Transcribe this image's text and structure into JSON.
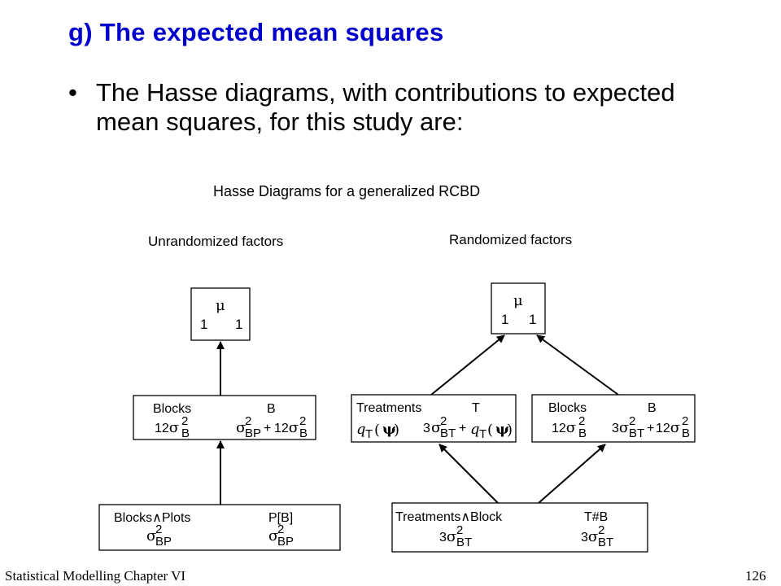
{
  "slide": {
    "title": "g)  The expected mean squares",
    "bullet_char": "•",
    "bullet_text": "The Hasse diagrams, with contributions to expected mean squares, for this study are:"
  },
  "diagram": {
    "heading": "Hasse Diagrams for a generalized RCBD",
    "unrandomized": {
      "label": "Unrandomized factors",
      "mu_box": {
        "symbol": "μ",
        "left": "1",
        "right": "1"
      },
      "blocks_box": {
        "name": "Blocks",
        "code": "B",
        "left_coef": "12",
        "right_coef": "12"
      },
      "plots_box": {
        "name": "Blocks∧Plots",
        "code": "P[B]"
      }
    },
    "randomized": {
      "label": "Randomized factors",
      "mu_box": {
        "symbol": "μ",
        "left": "1",
        "right": "1"
      },
      "treatments_box": {
        "name": "Treatments",
        "code": "T"
      },
      "blocks_box": {
        "name": "Blocks",
        "code": "B",
        "left_coef": "12",
        "mid_coef": "3",
        "right_coef": "12"
      },
      "tb_box": {
        "name": "Treatments∧Block",
        "code": "T#B",
        "left_coef": "3",
        "right_coef": "3"
      }
    },
    "symbols": {
      "sigma": "σ",
      "sq": "2",
      "sub_B": "B",
      "sub_BP": "BP",
      "sub_BT": "BT",
      "sub_T": "T",
      "q": "q",
      "psi": "ψ",
      "plus": "+"
    }
  },
  "footer": {
    "left": "Statistical Modelling   Chapter VI",
    "right": "126"
  }
}
